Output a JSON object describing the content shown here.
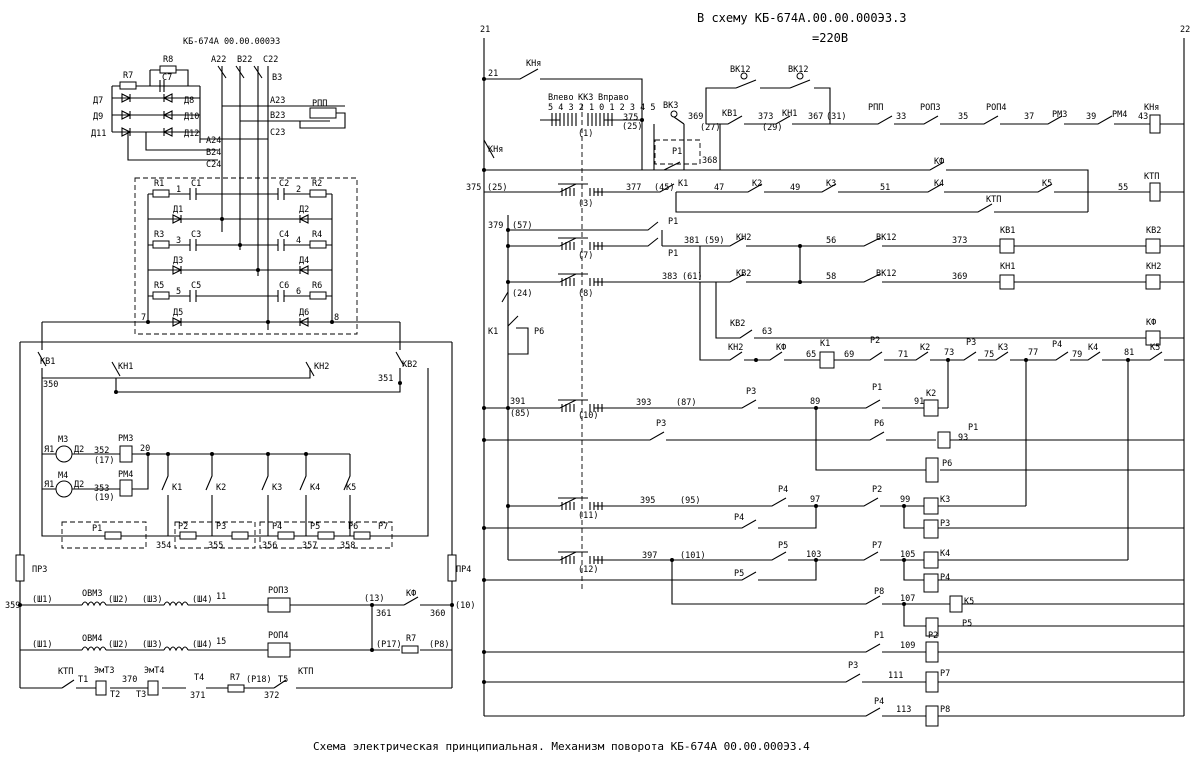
{
  "header": {
    "left_code": "КБ-674А 00.00.000Э3",
    "right_ref": "В схему КБ-674А.00.00.000Э3.3",
    "voltage": "=220В",
    "bus_left": "21",
    "bus_right": "22"
  },
  "caption": "Схема электрическая принципиальная. Механизм поворота КБ-674А 00.00.000Э3.4",
  "switch_header": {
    "left": "Влево",
    "center": "ККЗ",
    "right": "Вправо",
    "scale": "5 4 3 2 1 0 1 2 3 4 5"
  },
  "left_circuit": {
    "buses": [
      "А22",
      "В22",
      "С22",
      "В3",
      "А23",
      "В23",
      "С23",
      "А24",
      "В24",
      "С24"
    ],
    "resistors": [
      "R8",
      "R7",
      "R1",
      "R2",
      "R3",
      "R4",
      "R5",
      "R6",
      "R7"
    ],
    "capacitors": [
      "С7",
      "С1",
      "С2",
      "С3",
      "С4",
      "С5",
      "С6"
    ],
    "diodes": [
      "Д7",
      "Д8",
      "Д9",
      "Д10",
      "Д11",
      "Д12",
      "Д1",
      "Д2",
      "Д3",
      "Д4",
      "Д5",
      "Д6"
    ],
    "relay_rpp": "РПП",
    "terminals": [
      "1",
      "2",
      "3",
      "4",
      "5",
      "6",
      "7",
      "8"
    ],
    "contacts_top": [
      "КВ1",
      "КН1",
      "КН2",
      "КВ2"
    ],
    "wires_top": [
      "350",
      "351"
    ],
    "motors": [
      {
        "y": "Я1",
        "m": "М3",
        "d": "Д2",
        "wire": "352",
        "paren": "(17)",
        "relay": "РМ3"
      },
      {
        "y": "Я1",
        "m": "М4",
        "d": "Д2",
        "wire": "353",
        "paren": "(19)",
        "relay": "РМ4"
      }
    ],
    "node20": "20",
    "k_contacts": [
      "К1",
      "К2",
      "К3",
      "К4",
      "К5"
    ],
    "r_chain": [
      "Р1",
      "Р2",
      "Р3",
      "Р4",
      "Р5",
      "Р6",
      "Р7"
    ],
    "r_wires": [
      "354",
      "355",
      "356",
      "357",
      "358"
    ],
    "fuses": [
      "ПР3",
      "ПР4"
    ],
    "row1": {
      "left": "359",
      "items": [
        "(Ш1)",
        "ОВМ3",
        "(Ш2)",
        "(Ш3)",
        "(Ш4)",
        "11"
      ],
      "relay": "РОП3",
      "w13": "(13)",
      "w361": "361",
      "kf": "КФ",
      "w360": "360",
      "w10": "(10)"
    },
    "row2": {
      "items": [
        "(Ш1)",
        "ОВМ4",
        "(Ш2)",
        "(Ш3)",
        "(Ш4)",
        "15"
      ],
      "relay": "РОП4",
      "w17": "(Р17)",
      "r7": "R7",
      "p8": "(Р8)"
    },
    "row3": {
      "items": [
        "КТП",
        "Т1",
        "ЭмТ3",
        "370",
        "Т2",
        "ЭмТ4",
        "Т3",
        "Т4",
        "371",
        "R7",
        "(Р18)",
        "Т5",
        "372",
        "КТП"
      ]
    }
  },
  "right_circuit": {
    "line1": {
      "wire": "21",
      "contact": "КНя",
      "w375": "375",
      "w25": "(25)",
      "vk3": "ВК3",
      "vk12a": "ВК12",
      "vk12b": "ВК12",
      "kv1": "КВ1",
      "kn1": "КН1",
      "w369": "369",
      "w27": "(27)",
      "w373": "373",
      "w29": "(29)",
      "w367": "367",
      "w31": "(31)",
      "rpp": "РПП",
      "w33": "33",
      "rop3": "РОП3",
      "w35": "35",
      "rop4": "РОП4",
      "w37": "37",
      "rm3": "РМ3",
      "w39": "39",
      "rm4": "РМ4",
      "w43": "43",
      "coil": "КНя",
      "p1": "Р1",
      "w368": "368",
      "w1": "(1)"
    },
    "kn_left": "КНя",
    "line2": {
      "w375": "375",
      "w25": "(25)",
      "w3": "(3)",
      "w377": "377",
      "w45": "(45)",
      "k1": "К1",
      "w47": "47",
      "k2": "К2",
      "w49": "49",
      "k3": "К3",
      "w51": "51",
      "k4": "К4",
      "k5": "К5",
      "w55": "55",
      "coil": "КТП",
      "kf": "КФ",
      "ktp": "КТП"
    },
    "line3": {
      "w379": "379",
      "w57": "(57)",
      "p1a": "Р1",
      "p1b": "Р1",
      "w381": "381",
      "w59": "(59)",
      "w7": "(7)",
      "kn2": "КН2",
      "w56": "56",
      "vk12": "ВК12",
      "w373": "373",
      "kv1": "КВ1",
      "coil": "КВ2"
    },
    "line4": {
      "w8": "(8)",
      "w383": "383",
      "w61": "(61)",
      "kv2": "КВ2",
      "w58": "58",
      "vk12": "ВК12",
      "w369": "369",
      "kn1": "КН1",
      "coil": "КН2"
    },
    "line5": {
      "w24": "(24)",
      "k1": "К1",
      "p6": "Р6",
      "kv2": "КВ2",
      "w63": "63",
      "coil": "КФ"
    },
    "line6": {
      "kn2": "КН2",
      "kf": "КФ",
      "w65": "65",
      "k1": "К1",
      "w69": "69",
      "p2": "Р2",
      "w71": "71",
      "k2": "К2",
      "w73": "73",
      "p3": "Р3",
      "w75": "75",
      "k3": "К3",
      "w77": "77",
      "p4": "Р4",
      "w79": "79",
      "k4": "К4",
      "w81": "81",
      "k5": "К5"
    },
    "line7": {
      "w391": "391",
      "w85": "(85)",
      "w10": "(10)",
      "w393": "393",
      "w87": "(87)",
      "p3": "Р3",
      "w89": "89",
      "p1": "Р1",
      "w91": "91",
      "coil": "К2"
    },
    "line8": {
      "p3": "Р3",
      "p6": "Р6",
      "w93": "93",
      "coil": "Р1",
      "coil2": "Р6"
    },
    "line9": {
      "w11": "(11)",
      "w395": "395",
      "w95": "(95)",
      "p4": "Р4",
      "w97": "97",
      "p2": "Р2",
      "w99": "99",
      "coil": "К3",
      "p4b": "Р4",
      "coil2": "Р3"
    },
    "line10": {
      "w12": "(12)",
      "w397": "397",
      "w101": "(101)",
      "p5": "Р5",
      "w103": "103",
      "p7": "Р7",
      "w105": "105",
      "coil": "К4",
      "p5b": "Р5",
      "coil2": "Р4"
    },
    "line11": {
      "p8": "Р8",
      "w107": "107",
      "coil": "К5",
      "coil2": "Р5"
    },
    "line12": {
      "p1": "Р1",
      "w109": "109",
      "coil": "Р2"
    },
    "line13": {
      "p3": "Р3",
      "w111": "111",
      "coil": "Р7"
    },
    "line14": {
      "p4": "Р4",
      "w113": "113",
      "coil": "Р8"
    }
  }
}
